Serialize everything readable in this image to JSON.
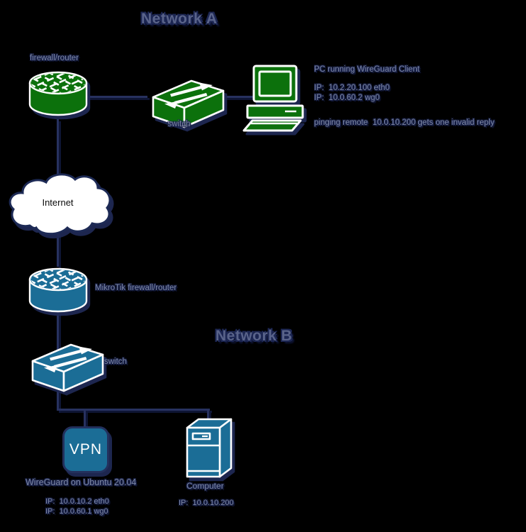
{
  "colors": {
    "green": "#0c710c",
    "blue": "#1b6d96",
    "line": "#27315f",
    "label_text": "#7b85a1",
    "title_text": "#59638a",
    "cloud_outline": "#1d2a55",
    "shadow": "#1f2853",
    "background": "#000000"
  },
  "icons": {
    "firewall_router": "cylinder-with-brick-top",
    "switch": "isometric-box-with-arrows",
    "pc": "desktop-computer",
    "internet": "cloud",
    "vpn": "rounded-square-vpn",
    "computer": "tower-case"
  },
  "network_a": {
    "title": "Network A",
    "firewall_label": "firewall/router",
    "switch_label": "switch",
    "pc_title": "PC running WireGuard Client",
    "pc_ip1": "IP:  10.2.20.100 eth0",
    "pc_ip2": "IP:  10.0.60.2 wg0",
    "pc_note": "pinging remote  10.0.10.200 gets one invalid reply"
  },
  "internet_label": "Internet",
  "wan_router_label": "MikroTik firewall/router",
  "network_b": {
    "title": "Network B",
    "switch_label": "switch",
    "vpn_box_label": "VPN",
    "vpn_caption": "WireGuard on Ubuntu 20.04",
    "vpn_ip1": "IP:  10.0.10.2 eth0",
    "vpn_ip2": "IP:  10.0.60.1 wg0",
    "computer_label": "Computer",
    "computer_ip": "IP:  10.0.10.200"
  }
}
